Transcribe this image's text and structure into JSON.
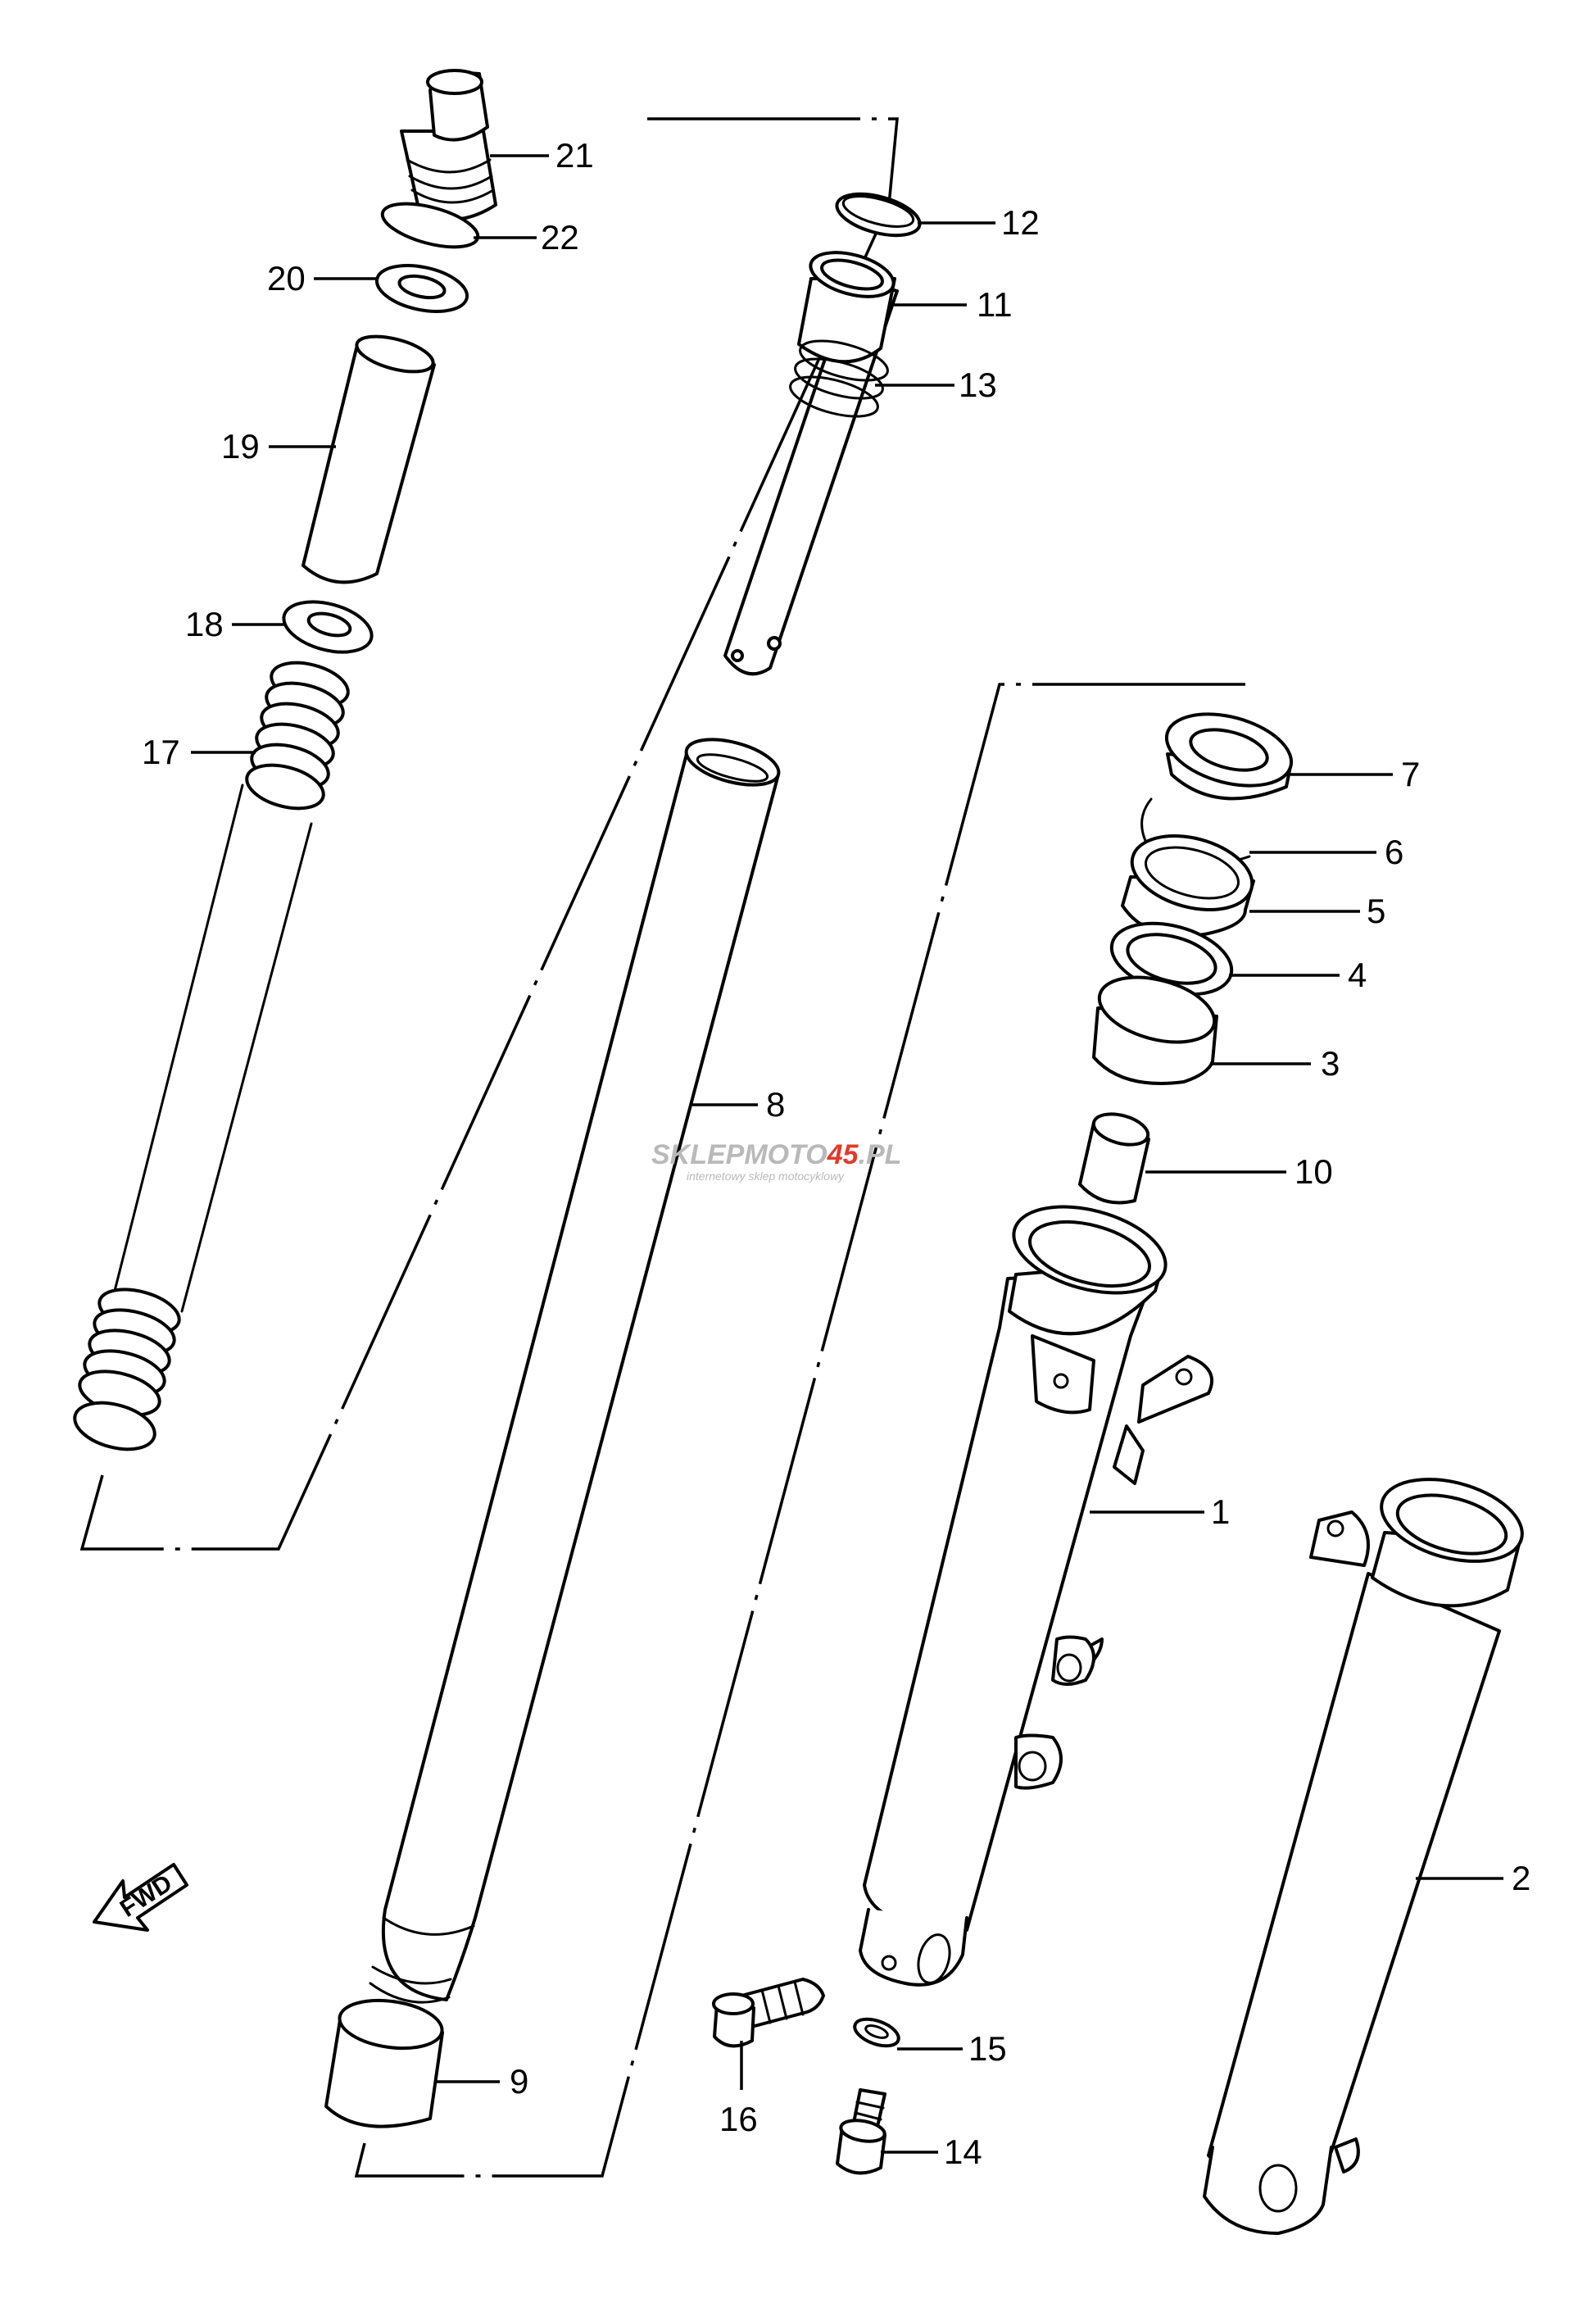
{
  "diagram": {
    "callouts": [
      "1",
      "2",
      "3",
      "4",
      "5",
      "6",
      "7",
      "8",
      "9",
      "10",
      "11",
      "12",
      "13",
      "14",
      "15",
      "16",
      "17",
      "18",
      "19",
      "20",
      "21",
      "22"
    ],
    "fwd_arrow_label": "FWD"
  },
  "watermark": {
    "brand_prefix": "SKLEPMOTO",
    "brand_number": "45",
    "brand_suffix": ".PL",
    "tagline": "internetowy sklep motocyklowy"
  },
  "colors": {
    "line": "#000000",
    "background": "#ffffff",
    "watermark_gray": "#b9b9b9",
    "watermark_red": "#e23a2a"
  }
}
